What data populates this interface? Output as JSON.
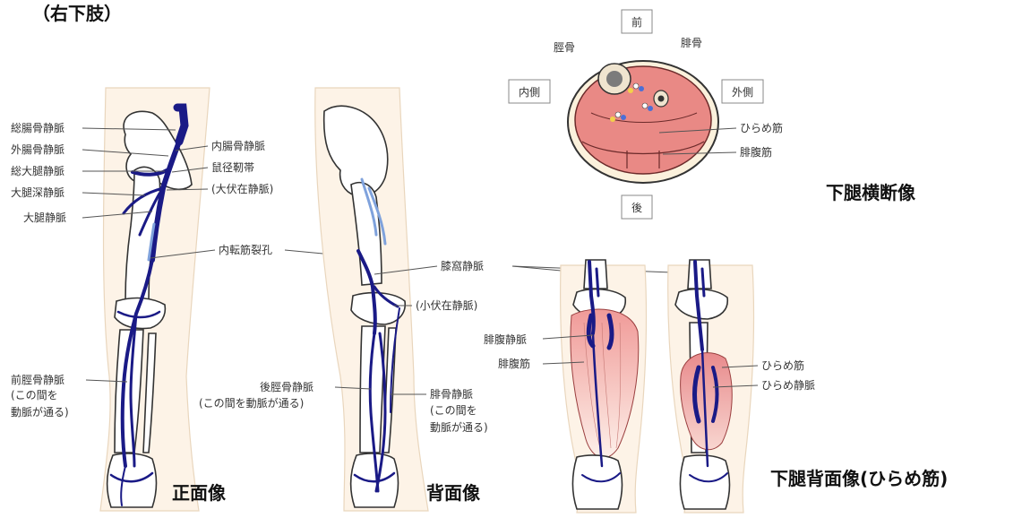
{
  "header": {
    "partial_title": "（右下肢）"
  },
  "views": {
    "front": "正面像",
    "back": "背面像",
    "cross": "下腿横断像",
    "calf": "下腿背面像(ひらめ筋)"
  },
  "front_labels": {
    "common_iliac": "総腸骨静脈",
    "external_iliac": "外腸骨静脈",
    "common_femoral": "総大腿静脈",
    "deep_femoral": "大腿深静脈",
    "femoral": "大腿静脈",
    "internal_iliac": "内腸骨静脈",
    "inguinal_ligament": "鼠径靭帯",
    "great_saphenous": "(大伏在静脈)",
    "adductor_hiatus": "内転筋裂孔",
    "anterior_tibial": "前脛骨静脈",
    "anterior_tibial_note1": "(この間を",
    "anterior_tibial_note2": "動脈が通る)"
  },
  "back_labels": {
    "popliteal": "膝窩静脈",
    "small_saphenous": "(小伏在静脈)",
    "posterior_tibial": "後脛骨静脈",
    "posterior_tibial_note": "(この間を動脈が通る)",
    "peroneal": "腓骨静脈",
    "peroneal_note1": "(この間を",
    "peroneal_note2": "動脈が通る)"
  },
  "calf_labels": {
    "gastrocnemius_vein": "腓腹静脈",
    "gastrocnemius": "腓腹筋",
    "soleus": "ひらめ筋",
    "soleal_vein": "ひらめ静脈"
  },
  "cross_section": {
    "front": "前",
    "back": "後",
    "medial": "内側",
    "lateral": "外側",
    "tibia": "脛骨",
    "fibula": "腓骨",
    "soleus": "ひらめ筋",
    "gastrocnemius": "腓腹筋"
  },
  "colors": {
    "vein": "#1a1a86",
    "vein_light": "#7fa2dc",
    "muscle": "#ea8a84",
    "skin": "#fdf3e7"
  }
}
